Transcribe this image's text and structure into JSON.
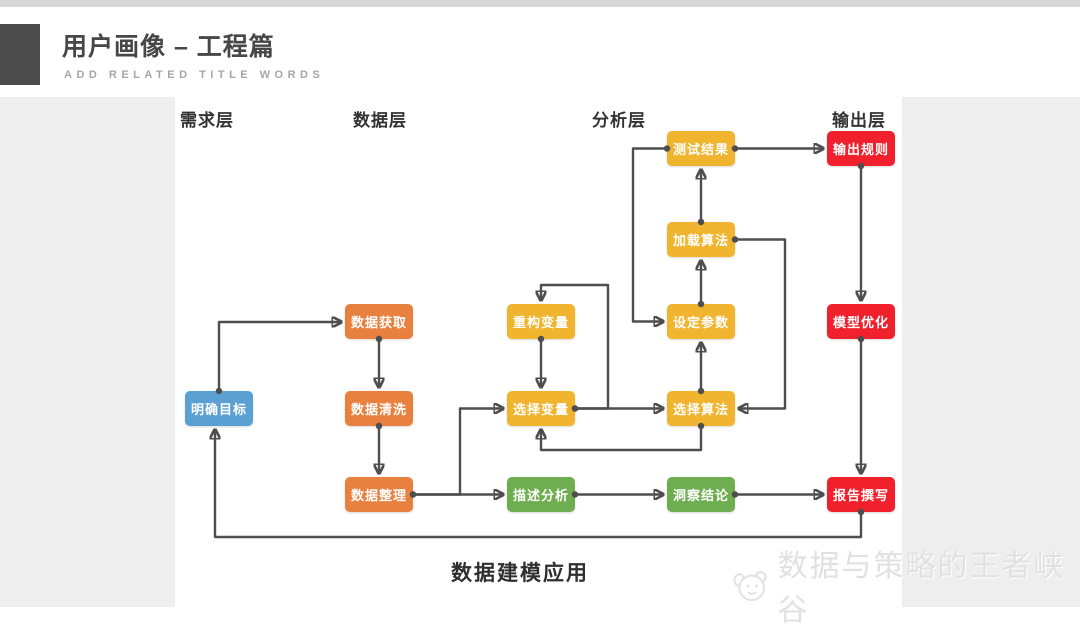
{
  "header": {
    "title": "用户画像 – 工程篇",
    "subtitle": "ADD  RELATED  TITLE  WORDS"
  },
  "layers": [
    {
      "label": "需求层"
    },
    {
      "label": "数据层"
    },
    {
      "label": "分析层"
    },
    {
      "label": "输出层"
    }
  ],
  "nodes": [
    {
      "id": "clarify-goals",
      "label": "明确目标",
      "color": "#5aa0d2"
    },
    {
      "id": "data-acquisition",
      "label": "数据获取",
      "color": "#e8813f"
    },
    {
      "id": "data-cleaning",
      "label": "数据清洗",
      "color": "#e8813f"
    },
    {
      "id": "data-organizing",
      "label": "数据整理",
      "color": "#e8813f"
    },
    {
      "id": "reconstruct-variables",
      "label": "重构变量",
      "color": "#f0b42e"
    },
    {
      "id": "select-variables",
      "label": "选择变量",
      "color": "#f0b42e"
    },
    {
      "id": "descriptive-analysis",
      "label": "描述分析",
      "color": "#6fae50"
    },
    {
      "id": "set-parameters",
      "label": "设定参数",
      "color": "#f0b42e"
    },
    {
      "id": "select-algorithm",
      "label": "选择算法",
      "color": "#f0b42e"
    },
    {
      "id": "insight-conclusions",
      "label": "洞察结论",
      "color": "#6fae50"
    },
    {
      "id": "load-algorithm",
      "label": "加载算法",
      "color": "#f0b42e"
    },
    {
      "id": "test-results",
      "label": "测试结果",
      "color": "#f0b42e"
    },
    {
      "id": "output-rules",
      "label": "输出规则",
      "color": "#f0202c"
    },
    {
      "id": "model-optimization",
      "label": "模型优化",
      "color": "#f0202c"
    },
    {
      "id": "report-writing",
      "label": "报告撰写",
      "color": "#f0202c"
    }
  ],
  "caption": "数据建模应用",
  "watermark": {
    "logo": "scribble-face-logo",
    "text": "数据与策略的王者峡谷"
  },
  "colors": {
    "requirement_blue": "#5aa0d2",
    "data_orange": "#e8813f",
    "analysis_yellow": "#f0b42e",
    "analysis_green": "#6fae50",
    "output_red": "#f0202c",
    "connector_gray": "#4e4e4e",
    "accent_block_gray": "#4b4b4b",
    "side_background": "#eeeeee"
  }
}
